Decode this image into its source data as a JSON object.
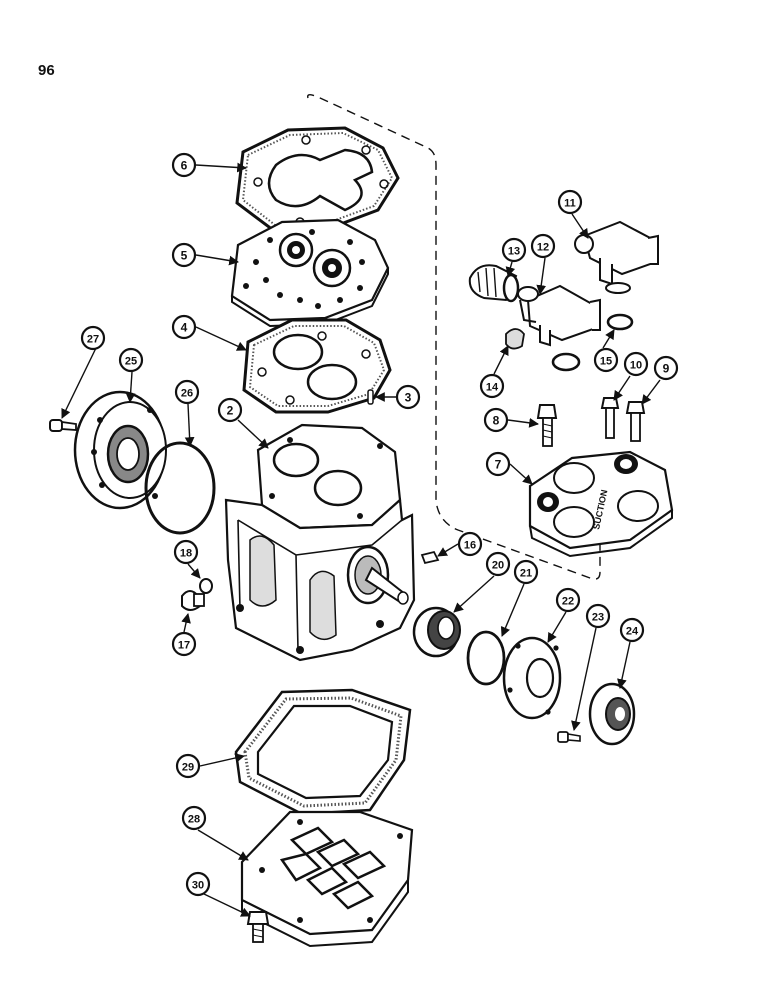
{
  "page": {
    "number": "96"
  },
  "colors": {
    "ink": "#111111",
    "paper": "#ffffff",
    "gray": "#6a6a6a"
  },
  "callouts": [
    {
      "id": "c6",
      "label": "6"
    },
    {
      "id": "c5",
      "label": "5"
    },
    {
      "id": "c4",
      "label": "4"
    },
    {
      "id": "c3",
      "label": "3"
    },
    {
      "id": "c2",
      "label": "2"
    },
    {
      "id": "c27",
      "label": "27"
    },
    {
      "id": "c25",
      "label": "25"
    },
    {
      "id": "c26",
      "label": "26"
    },
    {
      "id": "c13",
      "label": "13"
    },
    {
      "id": "c12",
      "label": "12"
    },
    {
      "id": "c11",
      "label": "11"
    },
    {
      "id": "c15",
      "label": "15"
    },
    {
      "id": "c14",
      "label": "14"
    },
    {
      "id": "c10",
      "label": "10"
    },
    {
      "id": "c9",
      "label": "9"
    },
    {
      "id": "c8",
      "label": "8"
    },
    {
      "id": "c7",
      "label": "7"
    },
    {
      "id": "c16",
      "label": "16"
    },
    {
      "id": "c20",
      "label": "20"
    },
    {
      "id": "c21",
      "label": "21"
    },
    {
      "id": "c22",
      "label": "22"
    },
    {
      "id": "c23",
      "label": "23"
    },
    {
      "id": "c24",
      "label": "24"
    },
    {
      "id": "c18",
      "label": "18"
    },
    {
      "id": "c17",
      "label": "17"
    },
    {
      "id": "c29",
      "label": "29"
    },
    {
      "id": "c28",
      "label": "28"
    },
    {
      "id": "c30",
      "label": "30"
    }
  ],
  "plate_text": "SUCTION"
}
